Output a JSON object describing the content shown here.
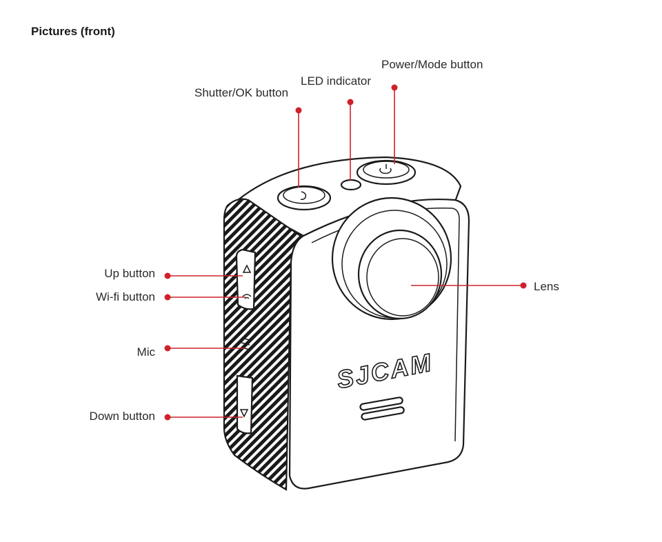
{
  "title": "Pictures (front)",
  "callouts": {
    "power_mode": "Power/Mode button",
    "led": "LED indicator",
    "shutter_ok": "Shutter/OK button",
    "up": "Up button",
    "wifi": "Wi-fi button",
    "mic": "Mic",
    "down": "Down button",
    "lens": "Lens"
  },
  "device": {
    "brand": "SJCAM"
  },
  "colors": {
    "callout": "#d0202a",
    "outline": "#1a1a1a",
    "background": "#ffffff"
  }
}
